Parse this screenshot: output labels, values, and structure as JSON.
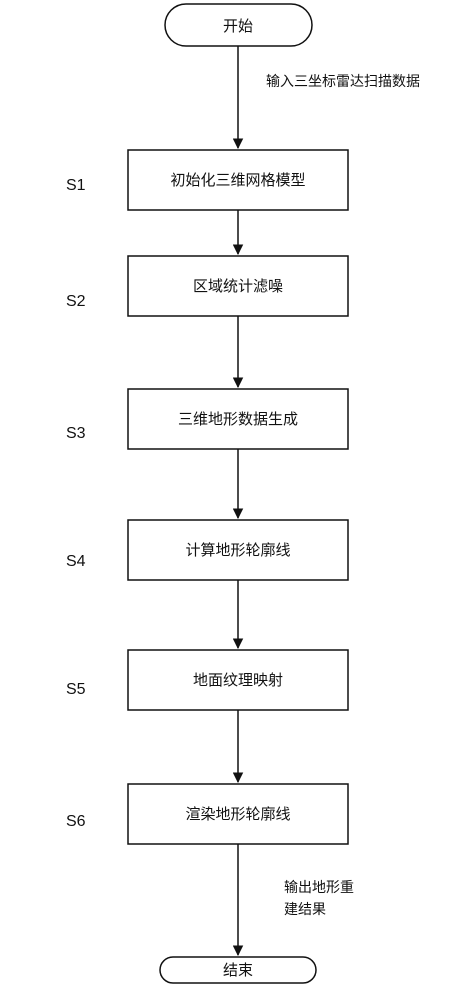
{
  "start": "开始",
  "end": "结束",
  "input_label": "输入三坐标雷达扫描数据",
  "output_label": [
    "输出地形重",
    "建结果"
  ],
  "steps": [
    {
      "id": "S1",
      "text": "初始化三维网格模型"
    },
    {
      "id": "S2",
      "text": "区域统计滤噪"
    },
    {
      "id": "S3",
      "text": "三维地形数据生成"
    },
    {
      "id": "S4",
      "text": "计算地形轮廓线"
    },
    {
      "id": "S5",
      "text": "地面纹理映射"
    },
    {
      "id": "S6",
      "text": "渲染地形轮廓线"
    }
  ]
}
